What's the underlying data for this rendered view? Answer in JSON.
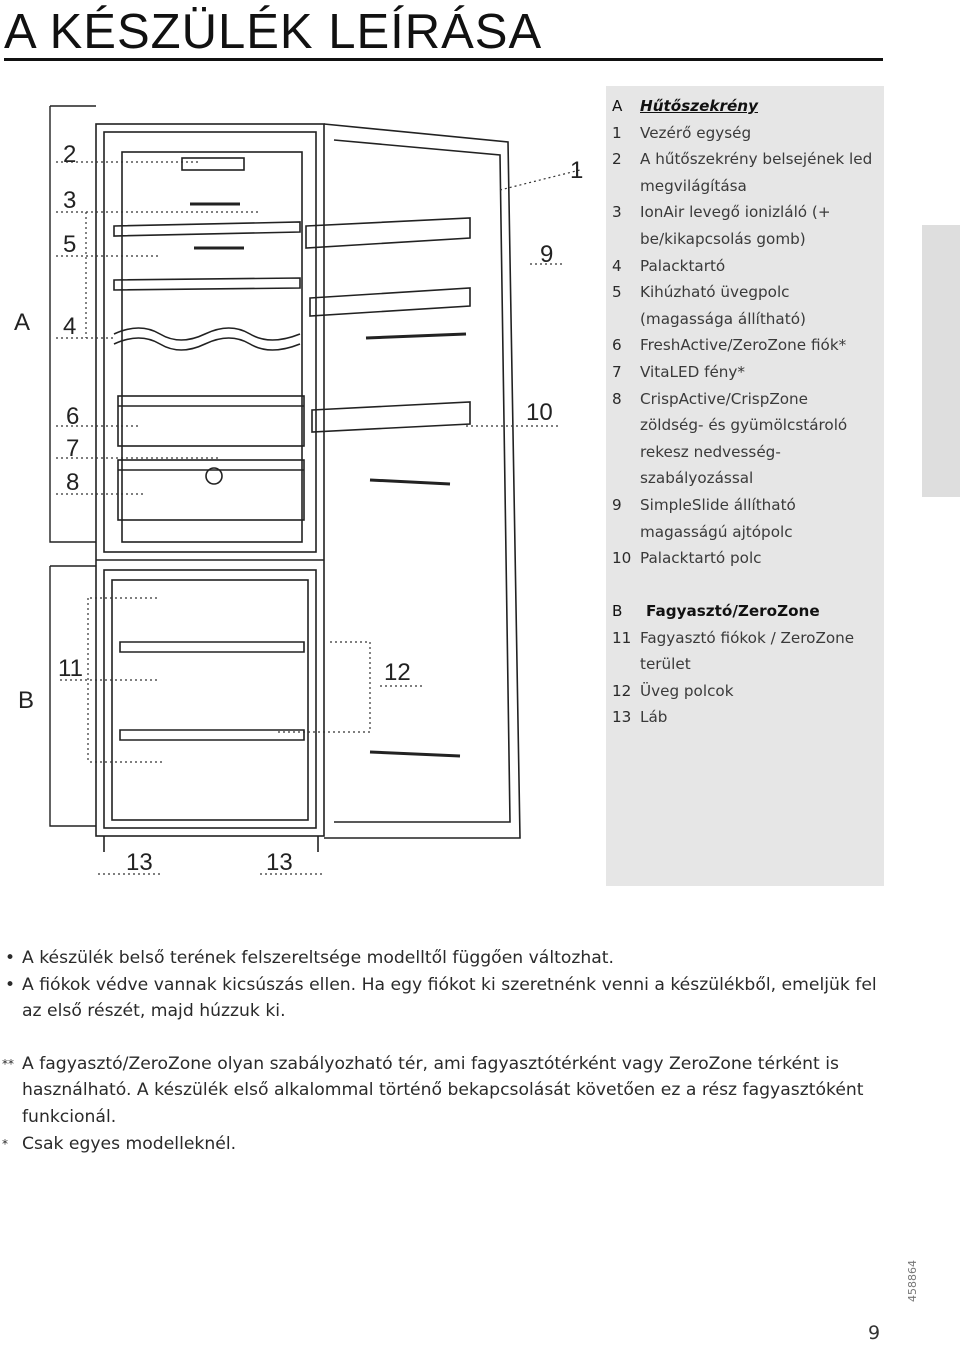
{
  "page": {
    "title": "A KÉSZÜLÉK LEÍRÁSA",
    "page_number": "9",
    "doc_code": "458864"
  },
  "diagram": {
    "labels": {
      "A": "A",
      "B": "B",
      "c1": "1",
      "c2": "2",
      "c3": "3",
      "c4": "4",
      "c5": "5",
      "c6": "6",
      "c7": "7",
      "c8": "8",
      "c9": "9",
      "c10": "10",
      "c11": "11",
      "c12": "12",
      "c13a": "13",
      "c13b": "13"
    }
  },
  "legend": {
    "section_a": {
      "key": "A",
      "title": "Hűtőszekrény",
      "items": [
        {
          "num": "1",
          "text": "Vezérő egység"
        },
        {
          "num": "2",
          "text": "A hűtőszekrény belsejének led megvilágítása"
        },
        {
          "num": "3",
          "text": "IonAir levegő ionizláló (+ be/kikapcsolás gomb)"
        },
        {
          "num": "4",
          "text": "Palacktartó"
        },
        {
          "num": "5",
          "text": "Kihúzható üvegpolc (magassága állítható)"
        },
        {
          "num": "6",
          "text": "FreshActive/ZeroZone fiók*"
        },
        {
          "num": "7",
          "text": "VitaLED fény*"
        },
        {
          "num": "8",
          "text": "CrispActive/CrispZone zöldség- és gyümölcstároló rekesz nedvesség-szabályozással"
        },
        {
          "num": "9",
          "text": "SimpleSlide állítható magasságú ajtópolc"
        },
        {
          "num": "10",
          "text": "Palacktartó polc"
        }
      ]
    },
    "section_b": {
      "key": "B",
      "title": "Fagyasztó/ZeroZone",
      "items": [
        {
          "num": "11",
          "text": "Fagyasztó fiókok / ZeroZone terület"
        },
        {
          "num": "12",
          "text": "Üveg polcok"
        },
        {
          "num": "13",
          "text": "Láb"
        }
      ]
    }
  },
  "notes": {
    "bullet1": "A készülék belső terének felszereltsége modelltől függően változhat.",
    "bullet2": "A fiókok védve vannak kicsúszás ellen. Ha egy fiókot ki szeretnénk venni a készülékből, emeljük fel az első részét, majd húzzuk ki.",
    "note1_mark": "**",
    "note1": "A fagyasztó/ZeroZone olyan szabályozható tér, ami fagyasztótérként vagy ZeroZone térként is használható.  A készülék első alkalommal történő bekapcsolását követően ez a rész fagyasztóként funkcionál.",
    "note2_mark": "*",
    "note2": "Csak egyes modelleknél.",
    "bullet_symbol": "•"
  }
}
